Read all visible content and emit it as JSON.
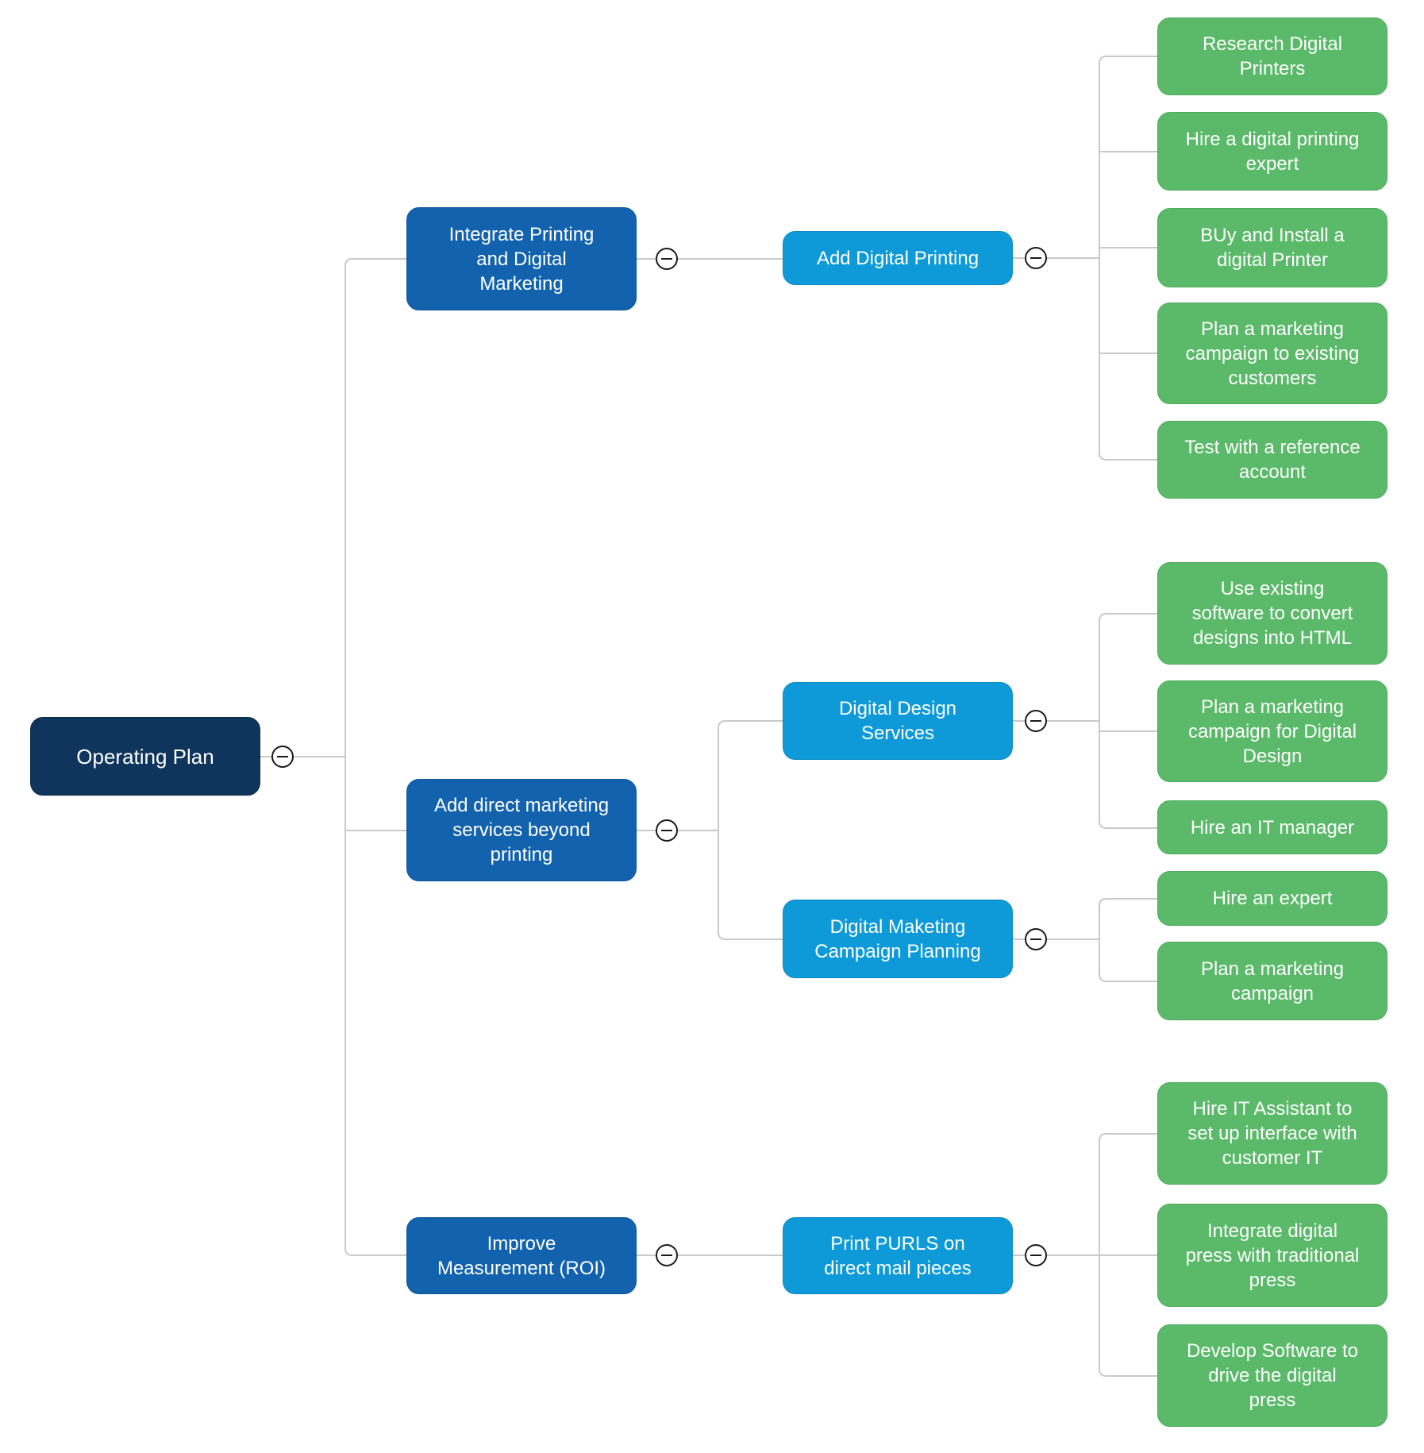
{
  "diagram": {
    "type": "mindmap-tree",
    "colors": {
      "root_bg": "#0F355C",
      "branch_bg": "#1262AE",
      "sub_bg": "#0E9AD8",
      "leaf_bg": "#5BB96A",
      "node_text": "#FFFFFF",
      "connector_line": "#C9C9C9",
      "toggle_stroke": "#1A1A1A",
      "toggle_fill": "#FFFFFF"
    },
    "ui": {
      "collapse_icon": "minus-circle-icon"
    },
    "root": {
      "label": "Operating Plan"
    },
    "branches": [
      {
        "label": "Integrate Printing\nand Digital\nMarketing",
        "children": [
          {
            "label": "Add Digital Printing",
            "children": [
              {
                "label": "Research Digital\nPrinters"
              },
              {
                "label": "Hire a digital printing\nexpert"
              },
              {
                "label": "BUy and Install a\ndigital Printer"
              },
              {
                "label": "Plan a marketing\ncampaign to existing\ncustomers"
              },
              {
                "label": "Test with a reference\naccount"
              }
            ]
          }
        ]
      },
      {
        "label": "Add direct marketing\nservices beyond\nprinting",
        "children": [
          {
            "label": "Digital Design\nServices",
            "children": [
              {
                "label": "Use existing\nsoftware to convert\ndesigns into HTML"
              },
              {
                "label": "Plan a marketing\ncampaign for Digital\nDesign"
              },
              {
                "label": "Hire an IT manager"
              }
            ]
          },
          {
            "label": "Digital Maketing\nCampaign Planning",
            "children": [
              {
                "label": "Hire an expert"
              },
              {
                "label": "Plan a marketing\ncampaign"
              }
            ]
          }
        ]
      },
      {
        "label": "Improve\nMeasurement (ROI)",
        "children": [
          {
            "label": "Print PURLS on\ndirect mail pieces",
            "children": [
              {
                "label": "Hire IT Assistant to\nset up interface with\ncustomer IT"
              },
              {
                "label": "Integrate digital\npress with traditional\npress"
              },
              {
                "label": "Develop Software to\ndrive the digital\npress"
              }
            ]
          }
        ]
      }
    ]
  }
}
